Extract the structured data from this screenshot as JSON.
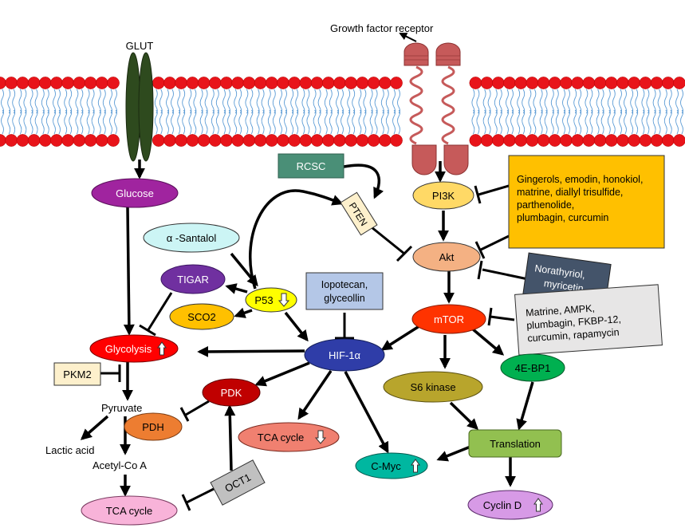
{
  "labels": {
    "glut": "GLUT",
    "growth_factor_receptor": "Growth factor receptor",
    "glucose": "Glucose",
    "rcsc": "RCSC",
    "pten": "PTEN",
    "pi3k": "PI3K",
    "akt": "Akt",
    "alpha_santalol": "α -Santalol",
    "tigar": "TIGAR",
    "p53": "P53",
    "sco2": "SCO2",
    "iopotecan_line1": "Iopotecan,",
    "iopotecan_line2": "glyceollin",
    "mtor": "mTOR",
    "glycolysis": "Glycolysis",
    "hif1a": "HIF-1α",
    "pkm2": "PKM2",
    "pyruvate": "Pyruvate",
    "pdk": "PDK",
    "pdh": "PDH",
    "lactic_acid": "Lactic acid",
    "acetyl_coa": "Acetyl-Co A",
    "tca_cycle_bottom": "TCA cycle",
    "oct1": "OCT1",
    "tca_cycle_down": "TCA cycle",
    "c_myc": "C-Myc",
    "s6_kinase": "S6 kinase",
    "eb4p1": "4E-BP1",
    "translation": "Translation",
    "cyclin_d": "Cyclin D",
    "gingerols": [
      "Gingerols, emodin, honokiol,",
      "matrine, diallyl trisulfide,",
      "parthenolide,",
      "plumbagin, curcumin"
    ],
    "norathyriol": [
      "Norathyriol,",
      "myricetin"
    ],
    "matrine_box": [
      "Matrine, AMPK,",
      "plumbagin, FKBP-12,",
      "curcumin, rapamycin"
    ]
  },
  "colors": {
    "lipid_head": "#e8141a",
    "lipid_tail": "#5b9bd5",
    "glut": "#2e4a1e",
    "receptor": "#c65a5a",
    "glucose": "#a0249f",
    "rcsc": "#4a8f77",
    "pten": "#fdf0cc",
    "pi3k": "#ffd966",
    "akt": "#f4b183",
    "santalol": "#ccf5f5",
    "tigar": "#7030a0",
    "p53": "#ffff00",
    "sco2": "#ffc000",
    "iopotecan": "#b4c7e7",
    "mtor": "#ff3300",
    "glycolysis": "#ff0000",
    "hif1a": "#2f3da8",
    "pkm2": "#fdf0cc",
    "pdk": "#c00000",
    "pdh": "#ed7d31",
    "tca_bottom": "#f8b3d9",
    "oct1": "#c0c0c0",
    "tca_down": "#f08070",
    "cmyc": "#00b7a0",
    "s6": "#b8a52c",
    "eb4p1": "#00b050",
    "translation": "#92c050",
    "cyclin": "#d79ae6",
    "gingerols": "#ffc000",
    "norathyriol": "#44546a",
    "matrine_box": "#e7e6e6"
  },
  "indicators": {
    "p53": "down",
    "glycolysis": "up",
    "tca_cycle_down": "down",
    "c_myc": "up",
    "cyclin_d": "up"
  }
}
